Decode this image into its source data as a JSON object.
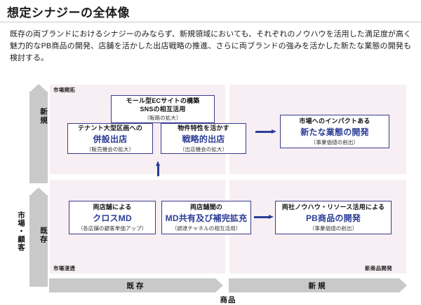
{
  "header": {
    "title": "想定シナジーの全体像"
  },
  "lede": "既存の両ブランドにおけるシナジーのみならず、新規領域においても、それぞれのノウハウを活用した満足度が高く魅力的なPB商品の開発、店舗を活かした出店戦略の推進、さらに両ブランドの強みを活かした新たな業態の開発も検討する。",
  "matrix": {
    "vertical_axis": {
      "title": "市場・顧客",
      "segments": [
        {
          "label": "新規"
        },
        {
          "label": "既存"
        }
      ]
    },
    "horizontal_axis": {
      "title": "商品",
      "segments": [
        {
          "label": "既存"
        },
        {
          "label": "新規"
        }
      ]
    },
    "corner_labels": {
      "top_left": "市場開拓",
      "bottom_left": "市場浸透",
      "bottom_right": "新商品開発"
    },
    "boxes": [
      {
        "id": "ec",
        "line1": "モール型ECサイトの構築",
        "line2": "SNSの相互活用",
        "line3": "（販路の拡大）"
      },
      {
        "id": "heisetsu",
        "line1": "テナント大型区画への",
        "line2": "併設出店",
        "line3": "（販売機会の拡大）"
      },
      {
        "id": "senryaku",
        "line1": "物件特性を活かす",
        "line2": "戦略的出店",
        "line3": "（出店機会の拡大）"
      },
      {
        "id": "gyoutai",
        "line1": "市場へのインパクトある",
        "line2": "新たな業態の開発",
        "line3": "（事業価値の創出）"
      },
      {
        "id": "crossmd",
        "line1": "両店舗による",
        "line2": "クロスMD",
        "line3": "（各店舗の顧客単価アップ）"
      },
      {
        "id": "mdshare",
        "line1": "両店舗間の",
        "line2": "MD共有及び補完拡充",
        "line3": "（調達チャネルの相互活用）"
      },
      {
        "id": "pb",
        "line1": "両社ノウハウ・リソース活用による",
        "line2": "PB商品の開発",
        "line3": "（事業価値の創出）"
      }
    ]
  },
  "colors": {
    "accent_navy": "#2b3c96",
    "quadrant_bg": "#f7eff4",
    "axis_grey": "#c9c9c9"
  }
}
